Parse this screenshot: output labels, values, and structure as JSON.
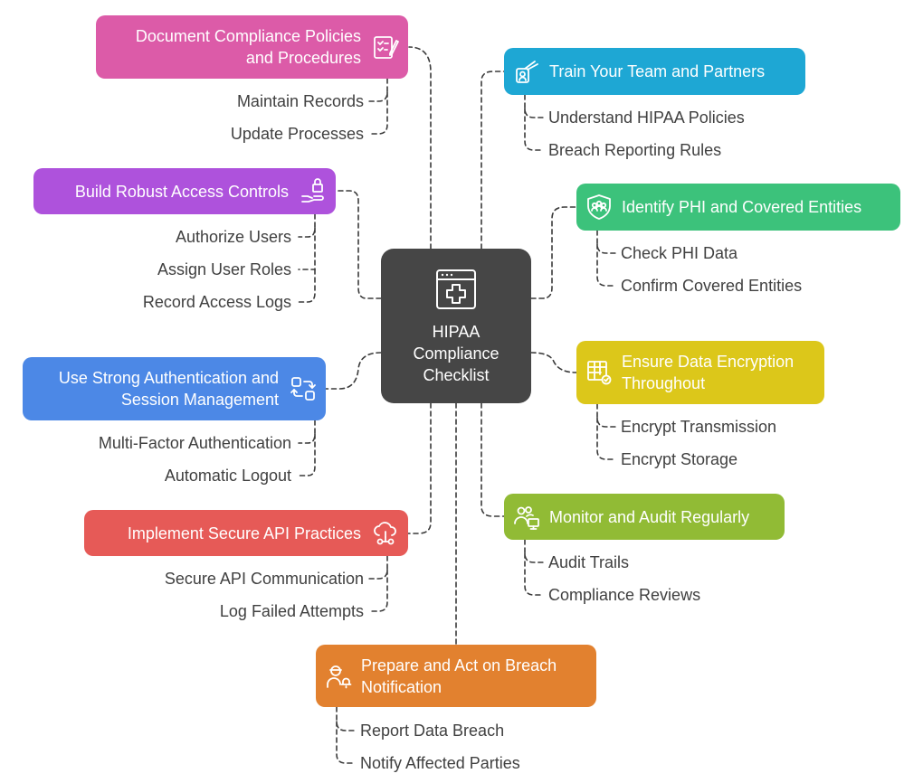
{
  "center": {
    "title": "HIPAA\nCompliance\nChecklist",
    "icon": "medical-app-icon"
  },
  "branches": [
    {
      "id": "document",
      "label": "Document Compliance Policies\nand Procedures",
      "color": "#dc5ba8",
      "icon": "checklist-pencil-icon",
      "items": [
        "Maintain Records",
        "Update Processes"
      ]
    },
    {
      "id": "access",
      "label": "Build Robust Access Controls",
      "color": "#ae52dc",
      "icon": "hand-lock-icon",
      "items": [
        "Authorize Users",
        "Assign User Roles",
        "Record Access Logs"
      ]
    },
    {
      "id": "auth",
      "label": "Use Strong Authentication and\nSession Management",
      "color": "#4c88e6",
      "icon": "swap-arrows-icon",
      "items": [
        "Multi-Factor Authentication",
        "Automatic Logout"
      ]
    },
    {
      "id": "api",
      "label": "Implement Secure API Practices",
      "color": "#e65a57",
      "icon": "cloud-plug-icon",
      "items": [
        "Secure API Communication",
        "Log Failed Attempts"
      ]
    },
    {
      "id": "breach",
      "label": "Prepare and Act on Breach\nNotification",
      "color": "#e2812f",
      "icon": "agent-bell-icon",
      "items": [
        "Report Data Breach",
        "Notify Affected Parties"
      ]
    },
    {
      "id": "train",
      "label": "Train Your Team and Partners",
      "color": "#1ea7d4",
      "icon": "presenter-badge-icon",
      "items": [
        "Understand HIPAA Policies",
        "Breach Reporting Rules"
      ]
    },
    {
      "id": "phi",
      "label": "Identify PHI and Covered Entities",
      "color": "#3cc27b",
      "icon": "shield-users-icon",
      "items": [
        "Check PHI Data",
        "Confirm Covered Entities"
      ]
    },
    {
      "id": "encrypt",
      "label": "Ensure Data Encryption\nThroughout",
      "color": "#dcc71a",
      "icon": "table-lock-icon",
      "items": [
        "Encrypt Transmission",
        "Encrypt Storage"
      ]
    },
    {
      "id": "monitor",
      "label": "Monitor and Audit Regularly",
      "color": "#91bb35",
      "icon": "users-monitor-icon",
      "items": [
        "Audit Trails",
        "Compliance Reviews"
      ]
    }
  ]
}
